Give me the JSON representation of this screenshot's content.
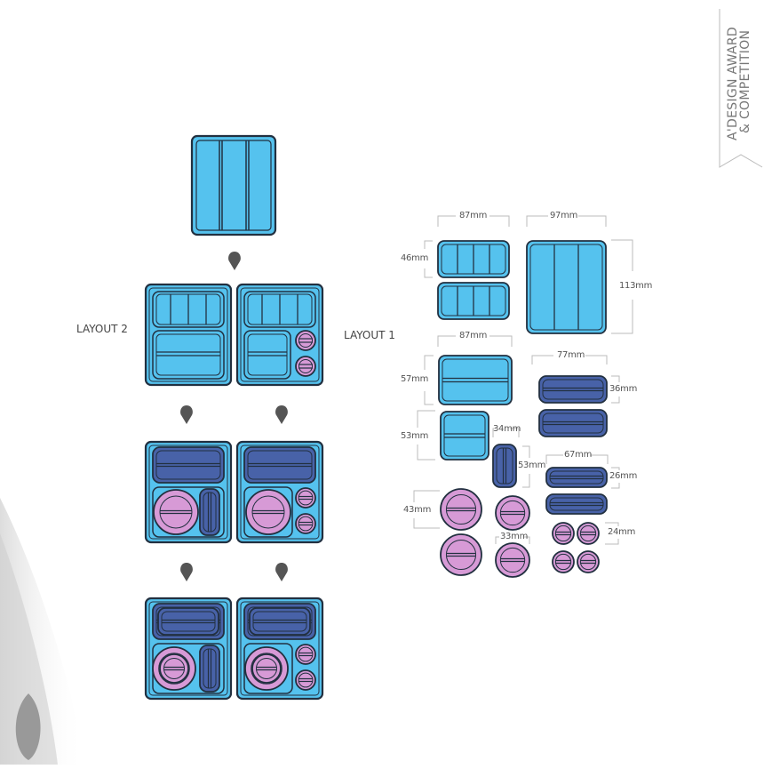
{
  "brand": {
    "line1": "A'DESIGN AWARD",
    "line2": "& COMPETITION"
  },
  "layout_labels": {
    "layout2": "LAYOUT 2",
    "layout1": "LAYOUT 1"
  },
  "dimensions": {
    "d87a": "87mm",
    "d97": "97mm",
    "d46": "46mm",
    "d113": "113mm",
    "d87b": "87mm",
    "d77": "77mm",
    "d57": "57mm",
    "d36": "36mm",
    "d53a": "53mm",
    "d34": "34mm",
    "d53b": "53mm",
    "d67": "67mm",
    "d26": "26mm",
    "d43": "43mm",
    "d33": "33mm",
    "d24": "24mm"
  },
  "colors": {
    "light_blue": "#55c2ee",
    "dark_blue": "#4862a8",
    "pink": "#d79ad6",
    "outline": "#223040",
    "arrow": "#555555"
  }
}
